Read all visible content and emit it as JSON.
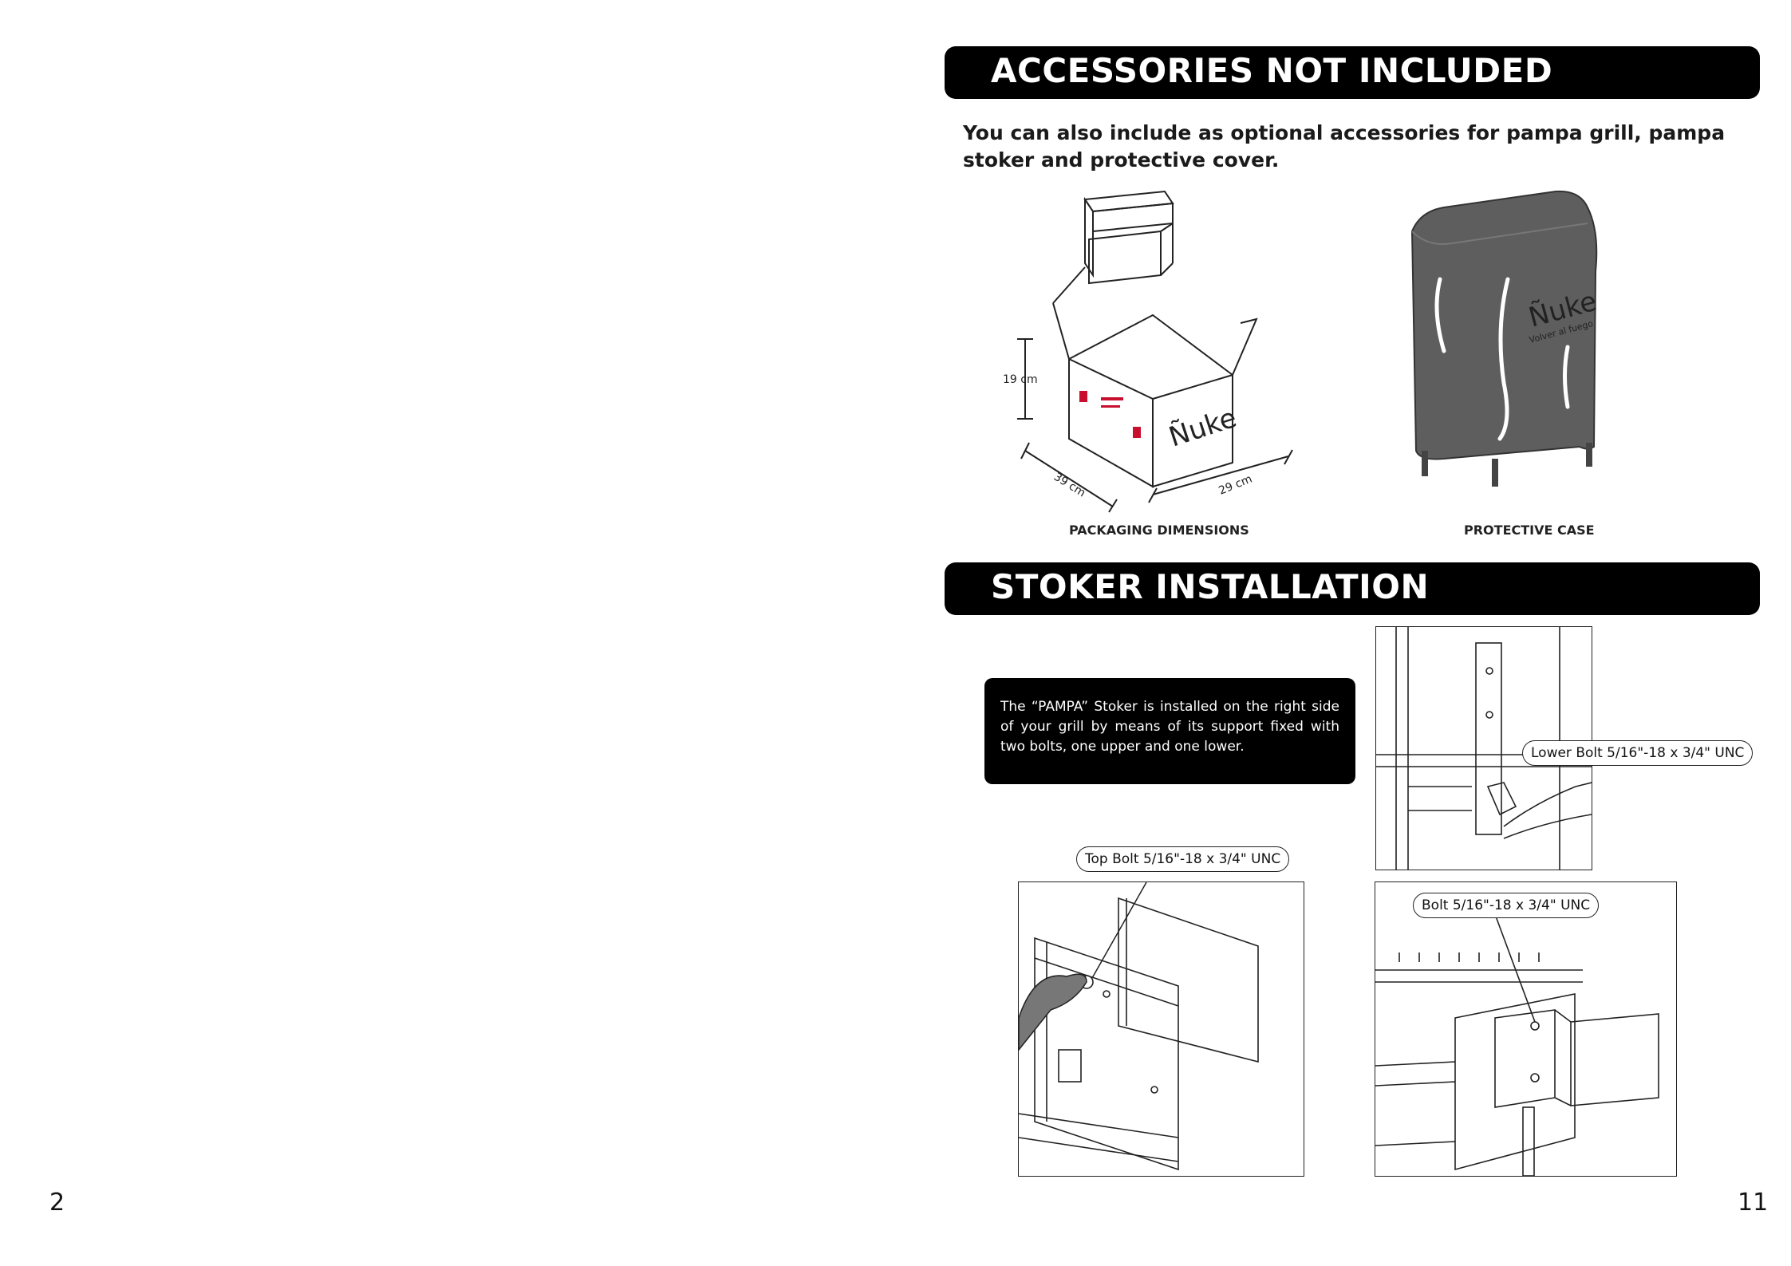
{
  "pages": {
    "left_number": "2",
    "right_number": "11"
  },
  "accessories": {
    "title": "ACCESSORIES NOT INCLUDED",
    "intro": "You can also include as optional accessories for pampa grill, pampa stoker and protective cover.",
    "packaging": {
      "caption": "PACKAGING DIMENSIONS",
      "height": "19 cm",
      "width": "39 cm",
      "depth": "29 cm",
      "brand": "Ñuke"
    },
    "cover": {
      "caption": "PROTECTIVE CASE",
      "brand": "Ñuke",
      "tagline": "Volver al fuego"
    }
  },
  "stoker": {
    "title": "STOKER INSTALLATION",
    "note": "The “PAMPA” Stoker is installed on the right side of your grill by means of its support fixed with two bolts, one upper and one lower.",
    "callouts": {
      "lower": "Lower Bolt 5/16\"-18 x 3/4\" UNC",
      "top": "Top Bolt 5/16\"-18 x 3/4\" UNC",
      "bolt": "Bolt 5/16\"-18 x 3/4\" UNC"
    }
  },
  "colors": {
    "bar": "#000000",
    "cover_fill": "#5e5e5e"
  }
}
